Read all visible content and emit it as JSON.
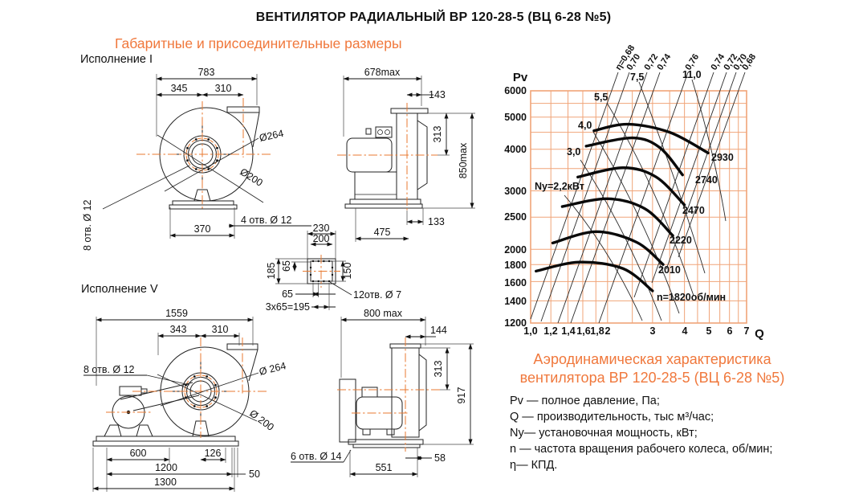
{
  "header": {
    "title": "ВЕНТИЛЯТОР РАДИАЛЬНЫЙ ВР 120-28-5 (ВЦ 6-28 №5)",
    "subtitle": "Габаритные и присоединительные размеры",
    "execution1": "Исполнение I",
    "execution5": "Исполнение V"
  },
  "exec1_front": {
    "w783": "783",
    "w345": "345",
    "w310": "310",
    "d264": "Ø264",
    "d200": "Ø200",
    "holes8": "8 отв. Ø 12",
    "holes4": "4 отв.  Ø 12",
    "w370": "370"
  },
  "exec1_side": {
    "w678": "678max",
    "w143": "143",
    "h313": "313",
    "h850": "850max",
    "w133": "133",
    "w475": "475"
  },
  "flange": {
    "w230": "230",
    "w200": "200",
    "h65": "65",
    "h185": "185",
    "h150": "150",
    "w65": "65",
    "w195": "3x65=195",
    "holes12": "12отв. Ø 7"
  },
  "exec5_front": {
    "w1559": "1559",
    "w343": "343",
    "w310": "310",
    "holes8": "8 отв. Ø 12",
    "d264": "Ø 264",
    "d200": "Ø 200",
    "w600": "600",
    "w126": "126",
    "w1200": "1200",
    "w50": "50",
    "w1300": "1300"
  },
  "exec5_side": {
    "w800": "800 max",
    "w144": "144",
    "h313": "313",
    "h917": "917",
    "holes6": "6 отв. Ø 14",
    "w58": "58",
    "w551": "551"
  },
  "chart_caption": {
    "line1": "Аэродинамическая характеристика",
    "line2": "вентилятора  ВР 120-28-5 (ВЦ 6-28 №5)"
  },
  "legend": {
    "pv": "Pv — полное давление, Па;",
    "q": "Q  — производительность, тыс м³/час;",
    "ny": "Ny— установочная мощность, кВт;",
    "n": "n — частота вращения рабочего колеса,  об/мин;",
    "eta": "η— КПД."
  },
  "chart_data": {
    "type": "line",
    "title": "Аэродинамическая характеристика вентилятора ВР 120-28-5 (ВЦ 6-28 №5)",
    "xlabel": "Q",
    "ylabel": "Pv",
    "x_scale": "log",
    "y_scale": "log",
    "xlim": [
      1.0,
      7.0
    ],
    "ylim": [
      1200,
      6000
    ],
    "x_grid": [
      1,
      1.2,
      1.4,
      1.6,
      1.8,
      2,
      2.5,
      3,
      3.5,
      4,
      4.5,
      5,
      5.5,
      6,
      6.5,
      7
    ],
    "y_grid": [
      1200,
      1400,
      1600,
      1800,
      2000,
      2500,
      3000,
      3500,
      4000,
      4500,
      5000,
      5500,
      6000
    ],
    "x_ticks": [
      "1,0",
      "1,2",
      "1,4",
      "1,6",
      "1,8",
      "2",
      "3",
      "4",
      "5",
      "6",
      "7"
    ],
    "y_ticks": [
      "6000",
      "5000",
      "4000",
      "3000",
      "2500",
      "2000",
      "1800",
      "1600",
      "1400",
      "1200"
    ],
    "series": [
      {
        "rpm": 2930,
        "label": "2930",
        "power_kw": "11,0",
        "points": [
          [
            1.77,
            4550
          ],
          [
            2.4,
            4760
          ],
          [
            3.5,
            4500
          ],
          [
            4.95,
            3900
          ]
        ]
      },
      {
        "rpm": 2740,
        "label": "2740",
        "power_kw": "7,5",
        "points": [
          [
            1.65,
            4090
          ],
          [
            2.5,
            4330
          ],
          [
            3.2,
            4050
          ],
          [
            3.93,
            3350
          ]
        ]
      },
      {
        "rpm": 2470,
        "label": "2470",
        "power_kw": "5,5",
        "points": [
          [
            1.53,
            3300
          ],
          [
            2.3,
            3520
          ],
          [
            3.1,
            3300
          ],
          [
            4.0,
            2720
          ]
        ]
      },
      {
        "rpm": 2220,
        "label": "2220",
        "power_kw": "4,0",
        "points": [
          [
            1.33,
            2690
          ],
          [
            2.0,
            2840
          ],
          [
            2.8,
            2650
          ],
          [
            3.6,
            2200
          ]
        ]
      },
      {
        "rpm": 2010,
        "label": "2010",
        "power_kw": "3,0",
        "points": [
          [
            1.22,
            2090
          ],
          [
            1.8,
            2260
          ],
          [
            2.6,
            2100
          ],
          [
            3.3,
            1800
          ]
        ]
      },
      {
        "rpm": 1820,
        "label": "n=1820об/мин",
        "power_kw": "Ny=2,2кВт",
        "points": [
          [
            1.05,
            1720
          ],
          [
            1.55,
            1830
          ],
          [
            2.3,
            1750
          ],
          [
            3.0,
            1500
          ]
        ]
      }
    ],
    "efficiency_labels": [
      "η=0,68",
      "0,70",
      "0,72",
      "0,74",
      "0,76",
      "0,74",
      "0,72",
      "0,70",
      "0,68"
    ],
    "power_labels": [
      "Ny=2,2кВт",
      "3,0",
      "4,0",
      "5,5",
      "7,5",
      "11,0"
    ],
    "grid_color": "#f0a478",
    "curve_color": "#0a0a0a",
    "legend_position": "labels-on-lines"
  },
  "colors": {
    "accent_orange": "#f0783c",
    "centerline_orange": "#e87a30"
  }
}
